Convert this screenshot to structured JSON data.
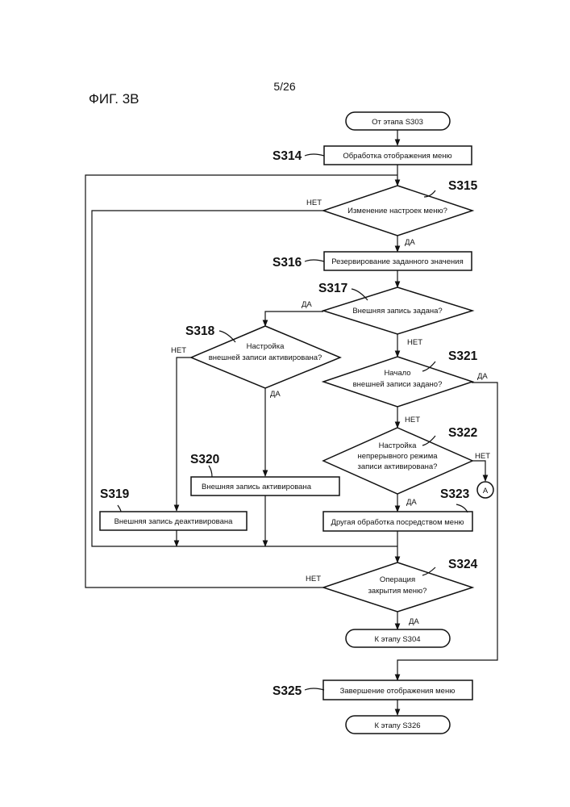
{
  "page": {
    "number": "5/26",
    "figure": "ФИГ. 3B"
  },
  "nodes": {
    "start": "От этапа S303",
    "menu_display": "Обработка отображения меню",
    "settings_change": "Изменение настроек меню?",
    "reserve_value": "Резервирование заданного значения",
    "ext_rec_set": "Внешняя запись задана?",
    "ext_rec_enabled_q": [
      "Настройка",
      "внешней записи активирована?"
    ],
    "ext_rec_start_q": [
      "Начало",
      "внешней записи задано?"
    ],
    "cont_rec_q": [
      "Настройка",
      "непрерывного режима",
      "записи активирована?"
    ],
    "ext_rec_on": "Внешняя запись активирована",
    "ext_rec_off": "Внешняя запись деактивирована",
    "other_menu": "Другая обработка посредством меню",
    "close_menu_q": [
      "Операция",
      "закрытия меню?"
    ],
    "to_s304": "К этапу S304",
    "menu_end": "Завершение отображения меню",
    "to_s326": "К этапу S326",
    "connector_a": "A"
  },
  "steps": {
    "s314": "S314",
    "s315": "S315",
    "s316": "S316",
    "s317": "S317",
    "s318": "S318",
    "s319": "S319",
    "s320": "S320",
    "s321": "S321",
    "s322": "S322",
    "s323": "S323",
    "s324": "S324",
    "s325": "S325"
  },
  "branches": {
    "yes": "ДА",
    "no": "НЕТ"
  }
}
